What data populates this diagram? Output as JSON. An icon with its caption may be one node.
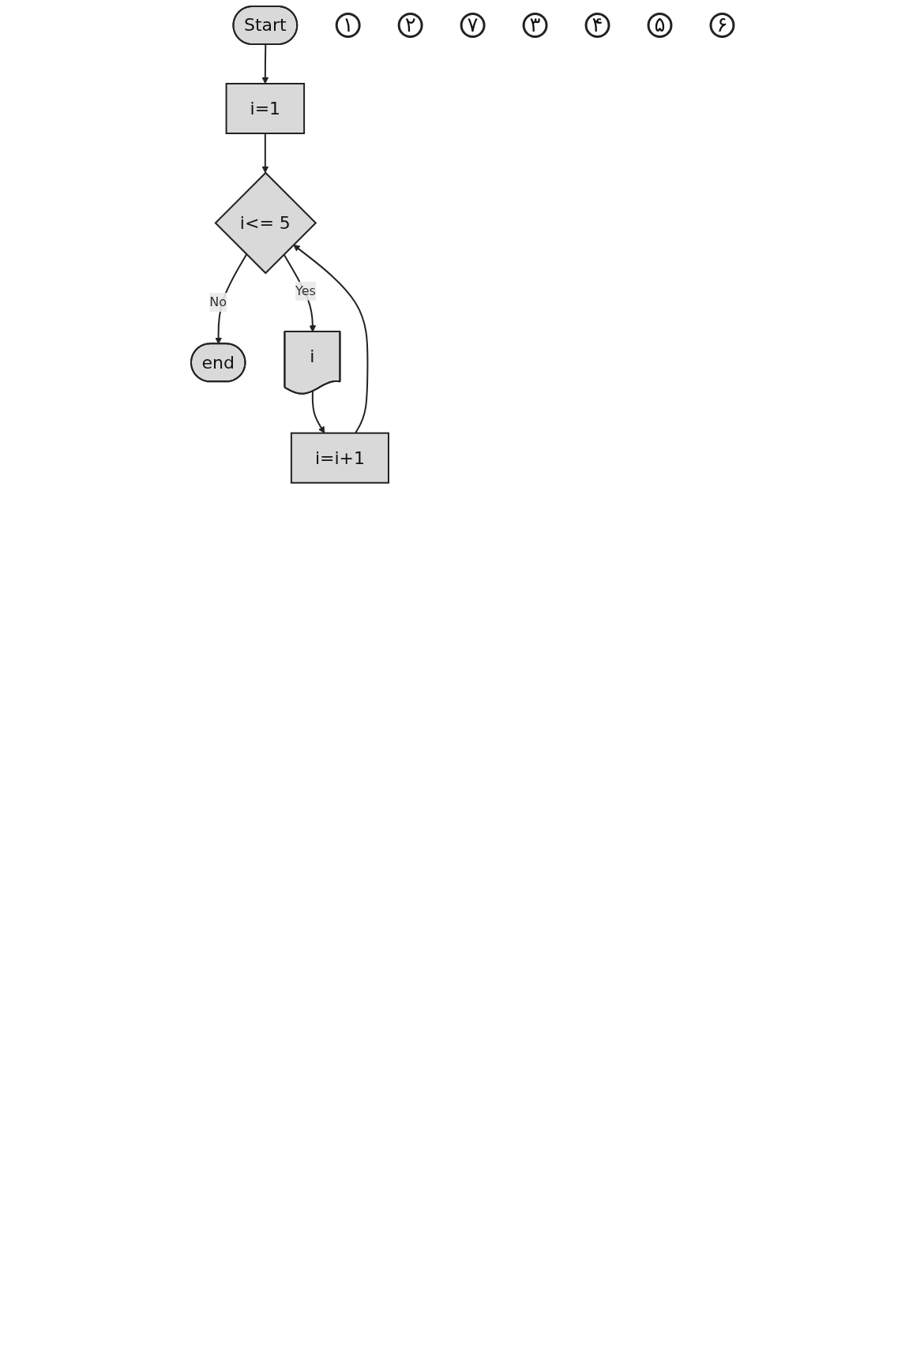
{
  "diagram": {
    "nodes": [
      {
        "text": [
          "Start"
        ]
      },
      {
        "text": [
          "۱"
        ]
      },
      {
        "text": [
          "i=1"
        ]
      },
      {
        "text": [
          "۲"
        ]
      },
      {
        "text": [
          "۷"
        ]
      },
      {
        "text": [
          "۳"
        ]
      },
      {
        "text": [
          "i<= 5"
        ]
      },
      {
        "text": [
          "end"
        ]
      },
      {
        "text": [
          "i"
        ]
      },
      {
        "text": [
          "۴"
        ]
      },
      {
        "text": [
          "i=i+1"
        ]
      },
      {
        "text": [
          "۵"
        ]
      },
      {
        "text": [
          "۶"
        ]
      }
    ],
    "edges": [
      {
        "from": 0,
        "to": 2,
        "arrow": "to"
      },
      {
        "from": 2,
        "to": 6,
        "arrow": "to"
      },
      {
        "from": 6,
        "to": 7,
        "label": "No",
        "arrow": "to"
      },
      {
        "from": 6,
        "to": 8,
        "label": "Yes",
        "arrow": "to"
      },
      {
        "from": 8,
        "to": 10,
        "arrow": "to"
      },
      {
        "from": 10,
        "to": 6,
        "arrow": "to"
      }
    ]
  }
}
